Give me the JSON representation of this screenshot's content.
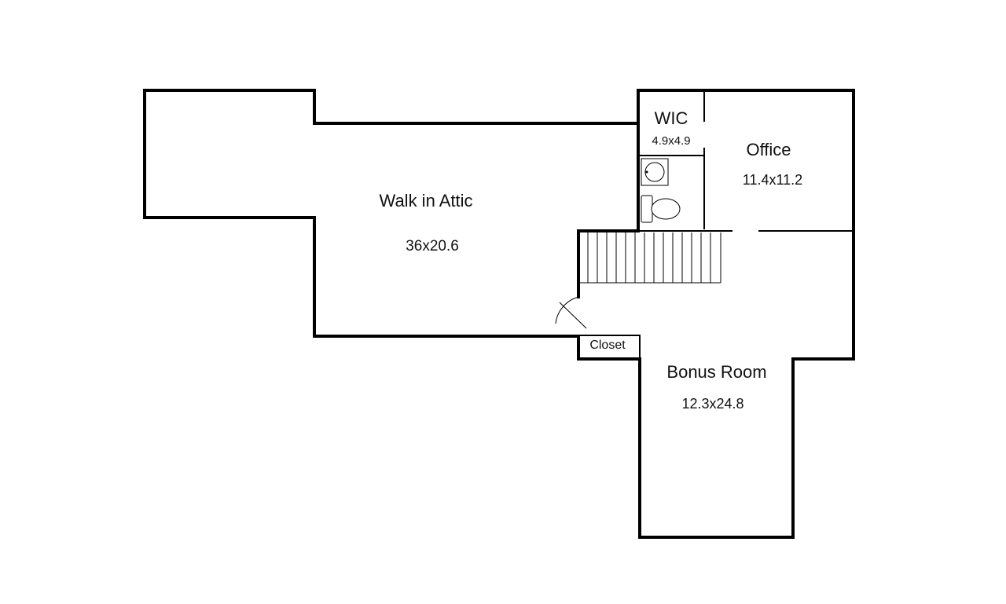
{
  "rooms": {
    "attic": {
      "name": "Walk in Attic",
      "size": "36x20.6"
    },
    "wic": {
      "name": "WIC",
      "size": "4.9x4.9"
    },
    "office": {
      "name": "Office",
      "size": "11.4x11.2"
    },
    "bonus": {
      "name": "Bonus Room",
      "size": "12.3x24.8"
    },
    "closet": {
      "name": "Closet"
    }
  },
  "colors": {
    "wall": "#000000",
    "background": "#ffffff"
  },
  "icons": [
    "sink-icon",
    "toilet-icon",
    "door-swing-icon",
    "stairs-icon"
  ]
}
